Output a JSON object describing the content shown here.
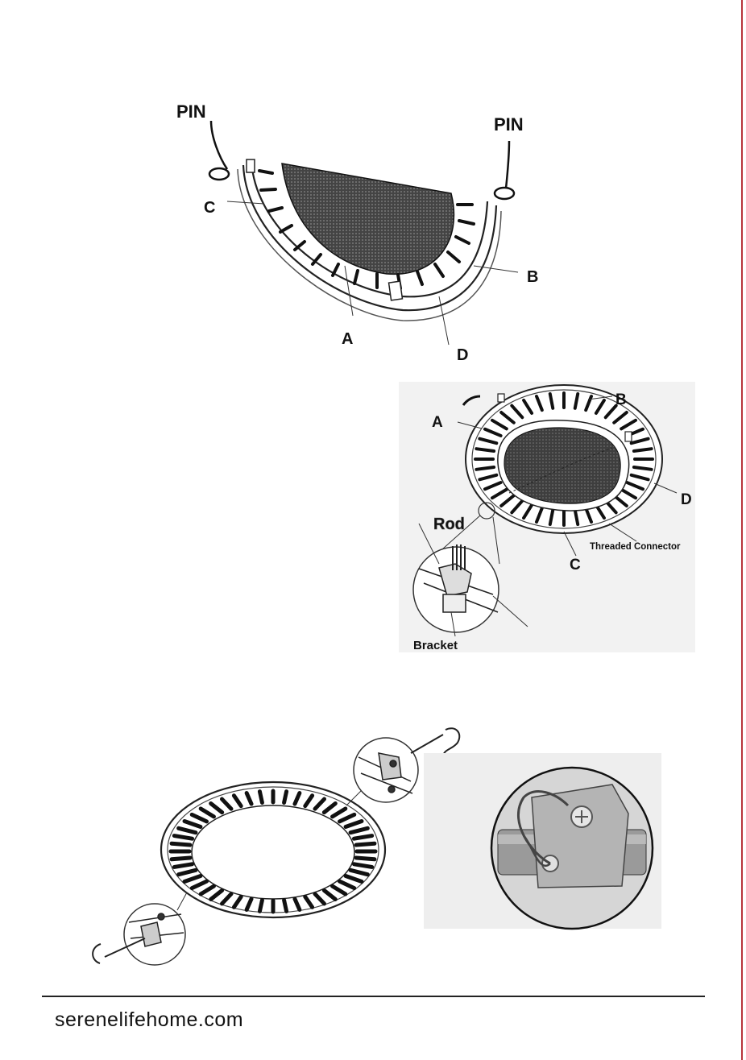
{
  "colors": {
    "accent_edge": "#b8343b",
    "mat": "#3a3a3a",
    "ink": "#111111"
  },
  "figure1": {
    "labels": {
      "pin_left": "PIN",
      "pin_right": "PIN",
      "a": "A",
      "b": "B",
      "c": "C",
      "d": "D"
    }
  },
  "figure2": {
    "labels": {
      "a": "A",
      "b": "B",
      "c": "C",
      "d": "D",
      "rod": "Rod",
      "threaded_connector": "Threaded Connector",
      "bracket": "Bracket"
    }
  },
  "figure3": {
    "arrow_icon": "arrow-right-icon"
  },
  "footer": {
    "website": "serenelifehome.com"
  }
}
